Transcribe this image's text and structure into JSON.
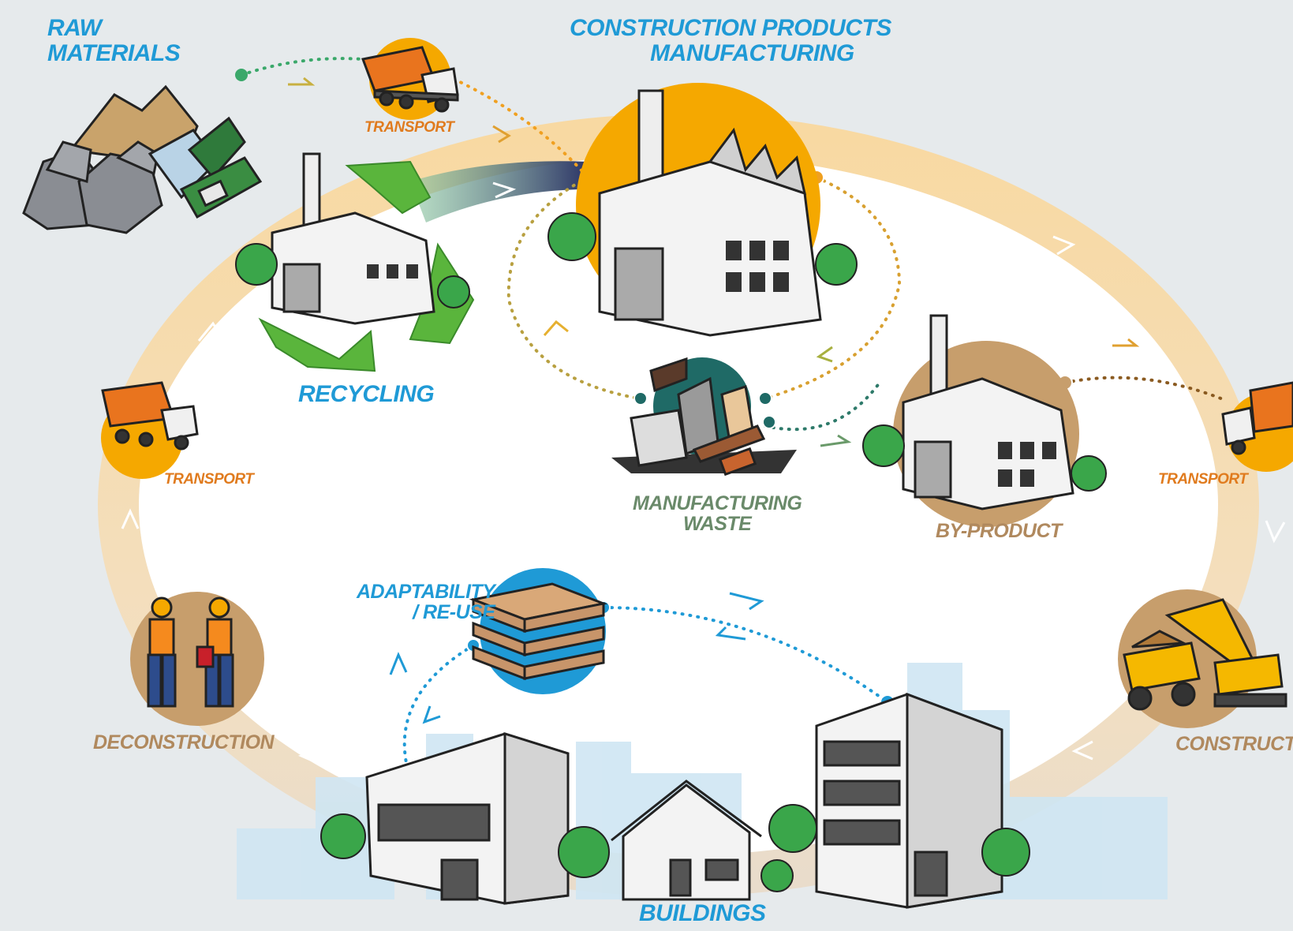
{
  "labels": {
    "raw_materials": [
      "RAW",
      "MATERIALS"
    ],
    "transport_top": "TRANSPORT",
    "manufacturing": [
      "CONSTRUCTION PRODUCTS",
      "MANUFACTURING"
    ],
    "recycling": "RECYCLING",
    "transport_left": "TRANSPORT",
    "transport_right": "TRANSPORT",
    "manufacturing_waste": [
      "MANUFACTURING",
      "WASTE"
    ],
    "by_product": "BY-PRODUCT",
    "adaptability": [
      "ADAPTABILITY",
      "/ RE-USE"
    ],
    "deconstruction": "DECONSTRUCTION",
    "construction": "CONSTRUCTION",
    "buildings": "BUILDINGS"
  },
  "colors": {
    "background": "#e6eaec",
    "ring": "#f7d9a4",
    "manufacturing_circle": "#f5a800",
    "transport_circle": "#f5a800",
    "byproduct_circle": "#c79e6c",
    "waste_circle": "#1f6a66",
    "reuse_circle": "#1f9ad6",
    "recycling_green": "#5ab53c",
    "label_blue": "#1f9ad6",
    "label_orange": "#e07b1e"
  },
  "icons": [
    "truck-icon",
    "factory-icon",
    "recycle-icon",
    "worker-icon",
    "excavator-icon",
    "dump-truck-icon",
    "pallet-icon",
    "building-icon",
    "tree-icon",
    "rocks-icon",
    "bottles-icon",
    "bricks-icon"
  ]
}
